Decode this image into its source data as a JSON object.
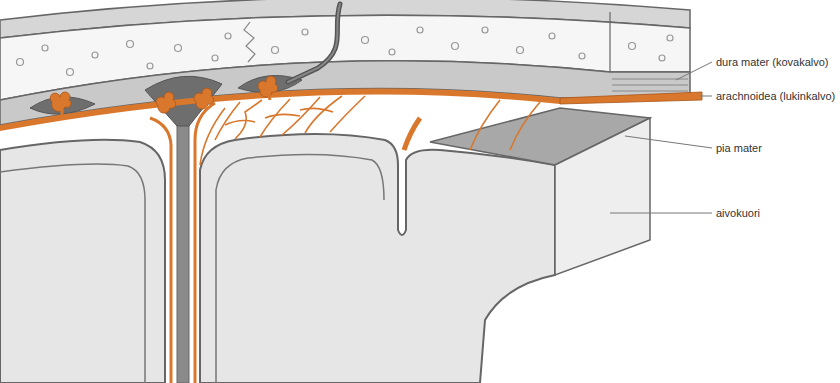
{
  "diagram": {
    "labels": [
      "dura mater (kovakalvo)",
      "arachnoidea (lukinkalvo)",
      "pia mater",
      "aivokuori"
    ]
  }
}
